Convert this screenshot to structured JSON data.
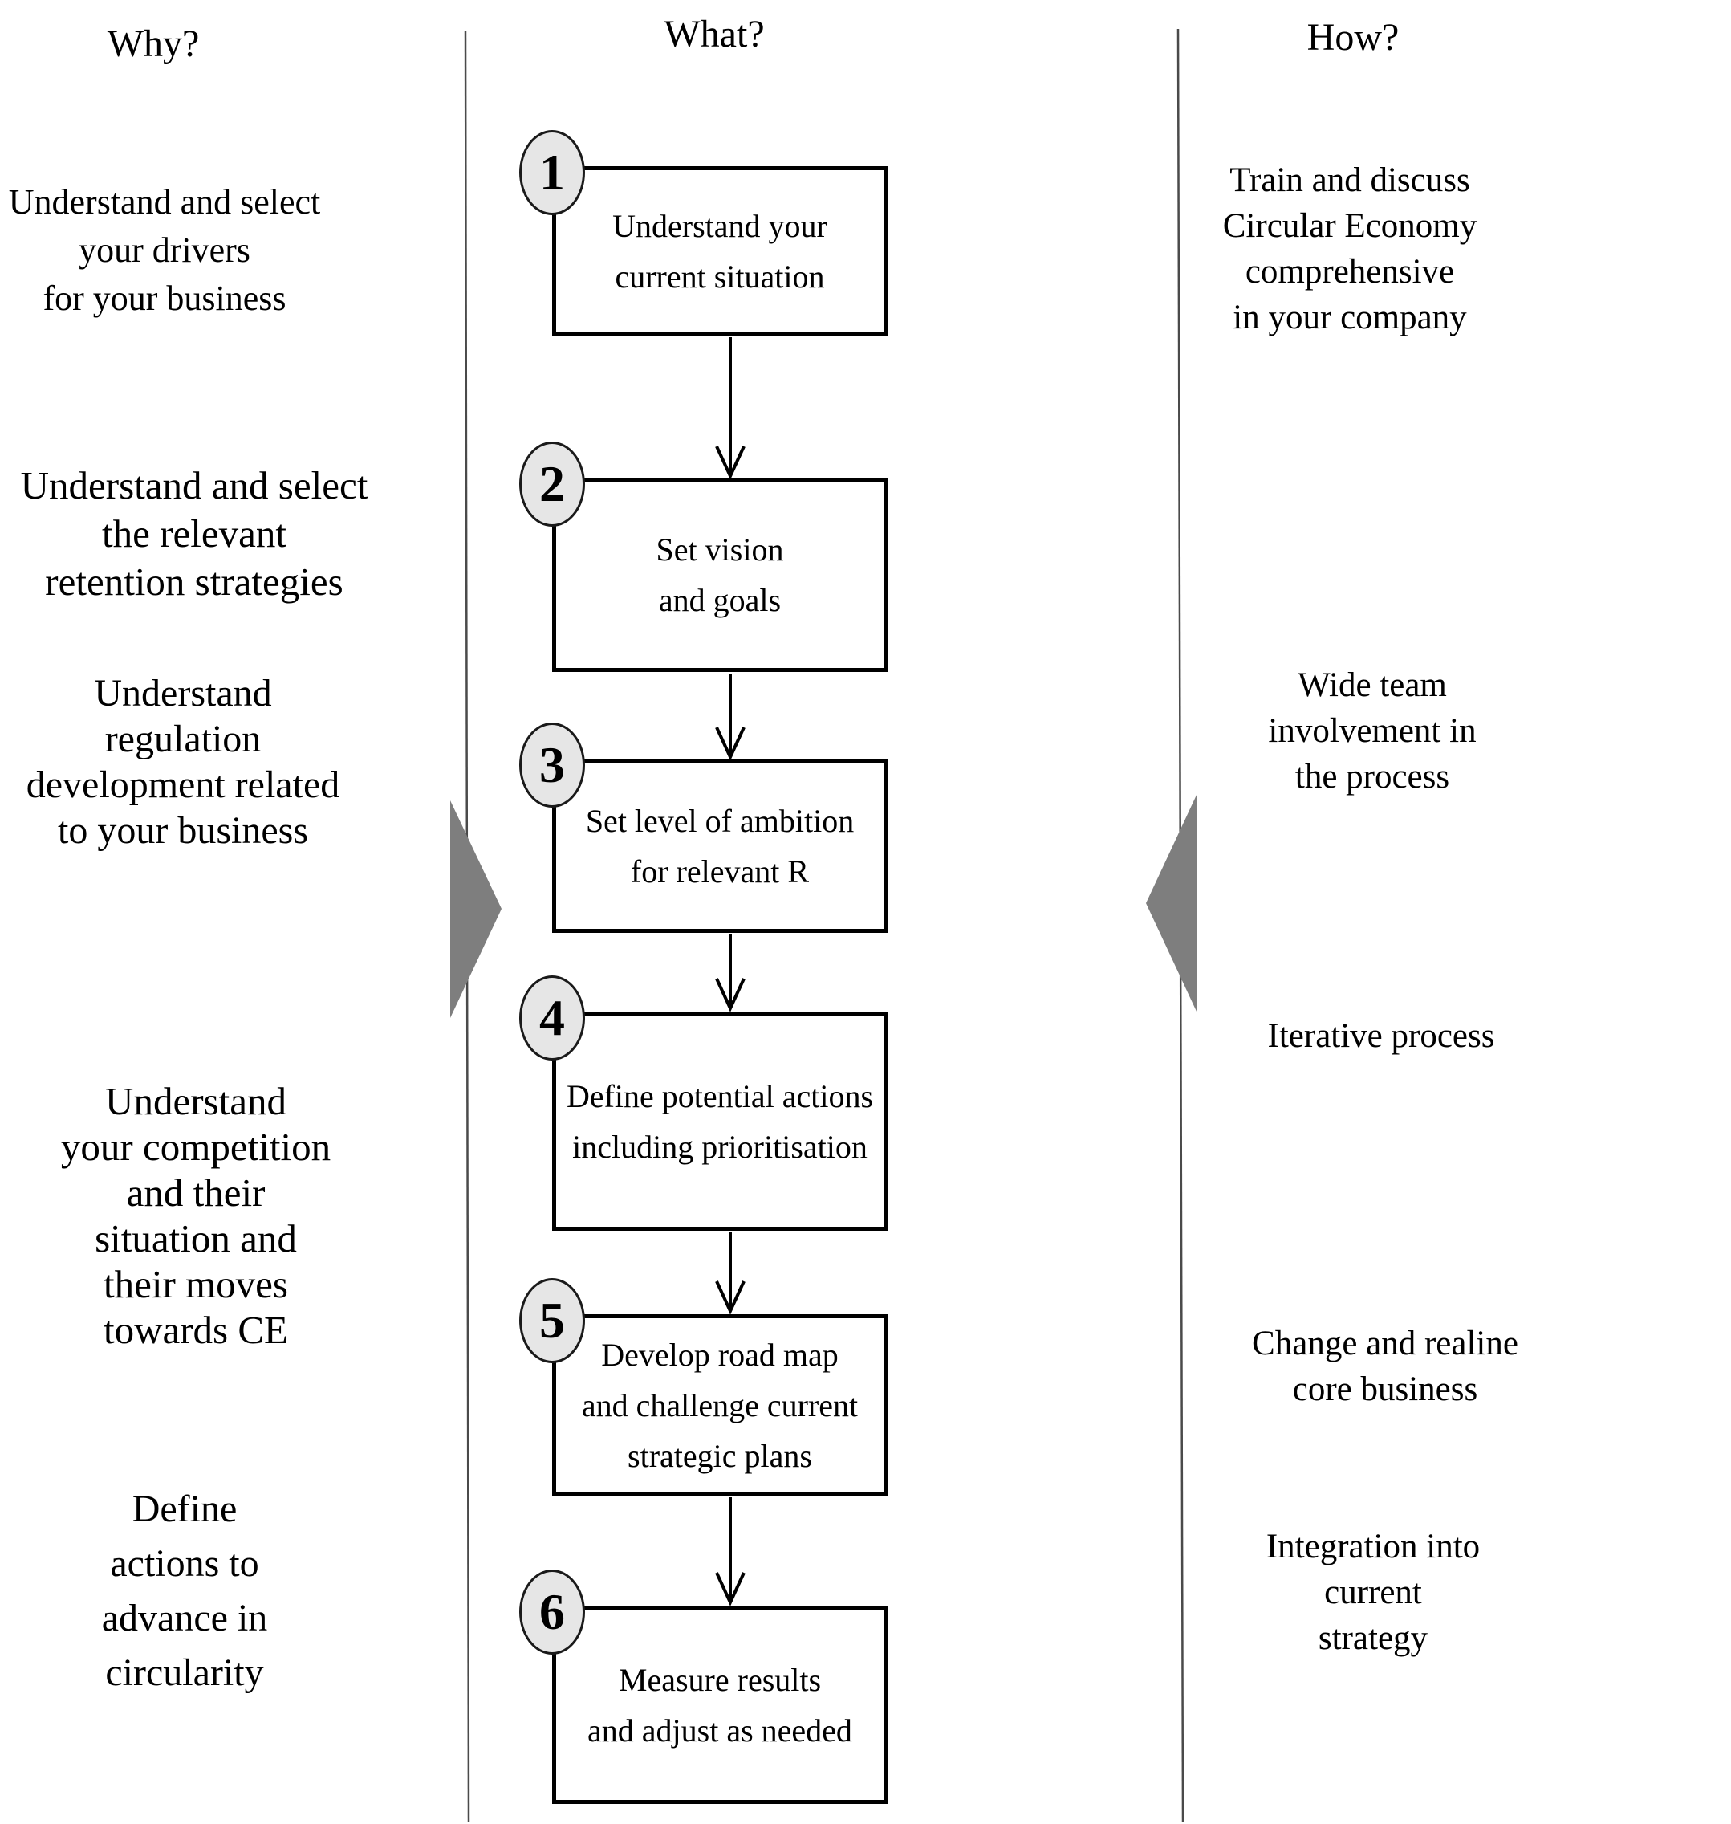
{
  "why": {
    "header": "Why?",
    "items": [
      {
        "text": "Understand and select\nyour drivers\nfor your business"
      },
      {
        "text": "Understand and select\nthe relevant\nretention strategies"
      },
      {
        "text": "Understand\nregulation\ndevelopment related\nto your business"
      },
      {
        "text": "Understand\nyour competition\nand their\nsituation and\ntheir moves\ntowards CE"
      },
      {
        "text": "Define\nactions to\nadvance in\ncircularity"
      }
    ]
  },
  "what": {
    "header": "What?",
    "steps": [
      {
        "number": "1",
        "label": "Understand your\ncurrent situation"
      },
      {
        "number": "2",
        "label": "Set vision\nand goals"
      },
      {
        "number": "3",
        "label": "Set level of ambition\nfor relevant R"
      },
      {
        "number": "4",
        "label": "Define potential actions\nincluding prioritisation"
      },
      {
        "number": "5",
        "label": "Develop road map\nand challenge current\nstrategic plans"
      },
      {
        "number": "6",
        "label": "Measure results\nand adjust as needed"
      }
    ]
  },
  "how": {
    "header": "How?",
    "items": [
      {
        "text": "Train and discuss\nCircular Economy\ncomprehensive\nin your company"
      },
      {
        "text": "Wide team\ninvolvement in\nthe process"
      },
      {
        "text": "Iterative process"
      },
      {
        "text": "Change and realine\ncore business"
      },
      {
        "text": "Integration into\ncurrent\nstrategy"
      }
    ]
  },
  "colors": {
    "flow_arrow_gray": "#7e7e7e",
    "divider_gray": "#4a4a4a",
    "step_circle_fill": "#e6e6e6",
    "line_black": "#000000"
  }
}
